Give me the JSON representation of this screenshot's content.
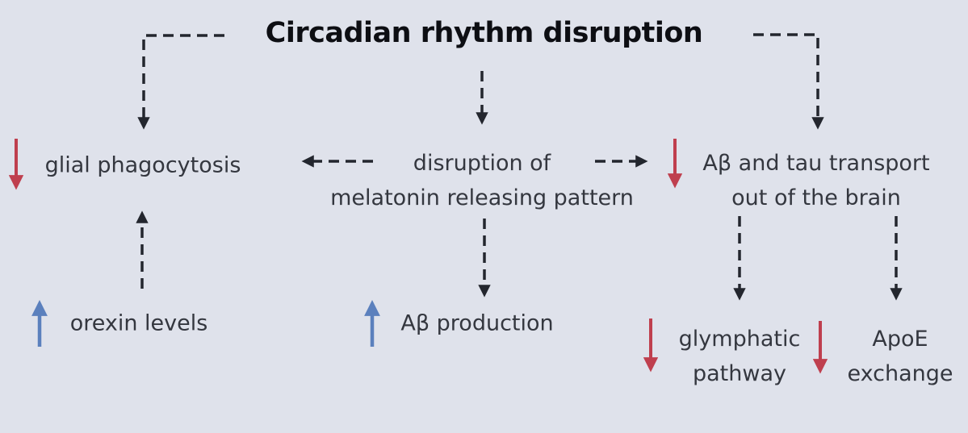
{
  "title": "Circadian rhythm disruption",
  "colors": {
    "background": "#dfe2eb",
    "dashed_line": "#23262e",
    "decrease_arrow_red": "#bf3f4e",
    "increase_arrow_blue": "#5b80bd",
    "node_text": "#34373f",
    "title_text": "#0d0e13"
  },
  "nodes": {
    "glial": {
      "label": "glial phagocytosis",
      "direction": "decrease"
    },
    "orexin": {
      "label": "orexin levels",
      "direction": "increase"
    },
    "melatonin": {
      "line1": "disruption of",
      "line2": "melatonin releasing pattern"
    },
    "abeta_production": {
      "label": "Aβ production",
      "direction": "increase"
    },
    "abeta_tau": {
      "line1": "Aβ and tau transport",
      "line2": "out of the brain",
      "direction": "decrease"
    },
    "glymphatic": {
      "line1": "glymphatic",
      "line2": "pathway",
      "direction": "decrease"
    },
    "apoe": {
      "line1": "ApoE",
      "line2": "exchange",
      "direction": "decrease"
    }
  }
}
